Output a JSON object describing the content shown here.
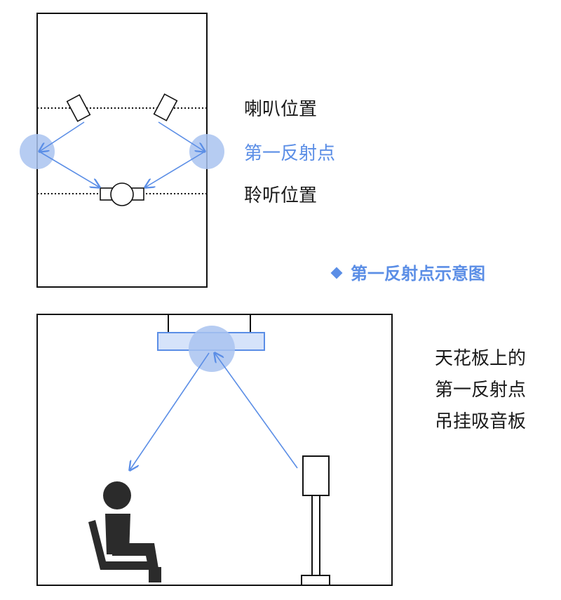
{
  "top_diagram": {
    "labels": {
      "speaker_position": "喇叭位置",
      "first_reflection_point": "第一反射点",
      "listening_position": "聆听位置"
    },
    "title": "第一反射点示意图"
  },
  "bottom_diagram": {
    "caption_lines": [
      "天花板上的",
      "第一反射点",
      "吊挂吸音板"
    ]
  },
  "colors": {
    "accent": "#5b8ee6",
    "reflection_circle": "#a9c3f0",
    "panel_fill": "#d6e3fa",
    "line": "#111111"
  }
}
